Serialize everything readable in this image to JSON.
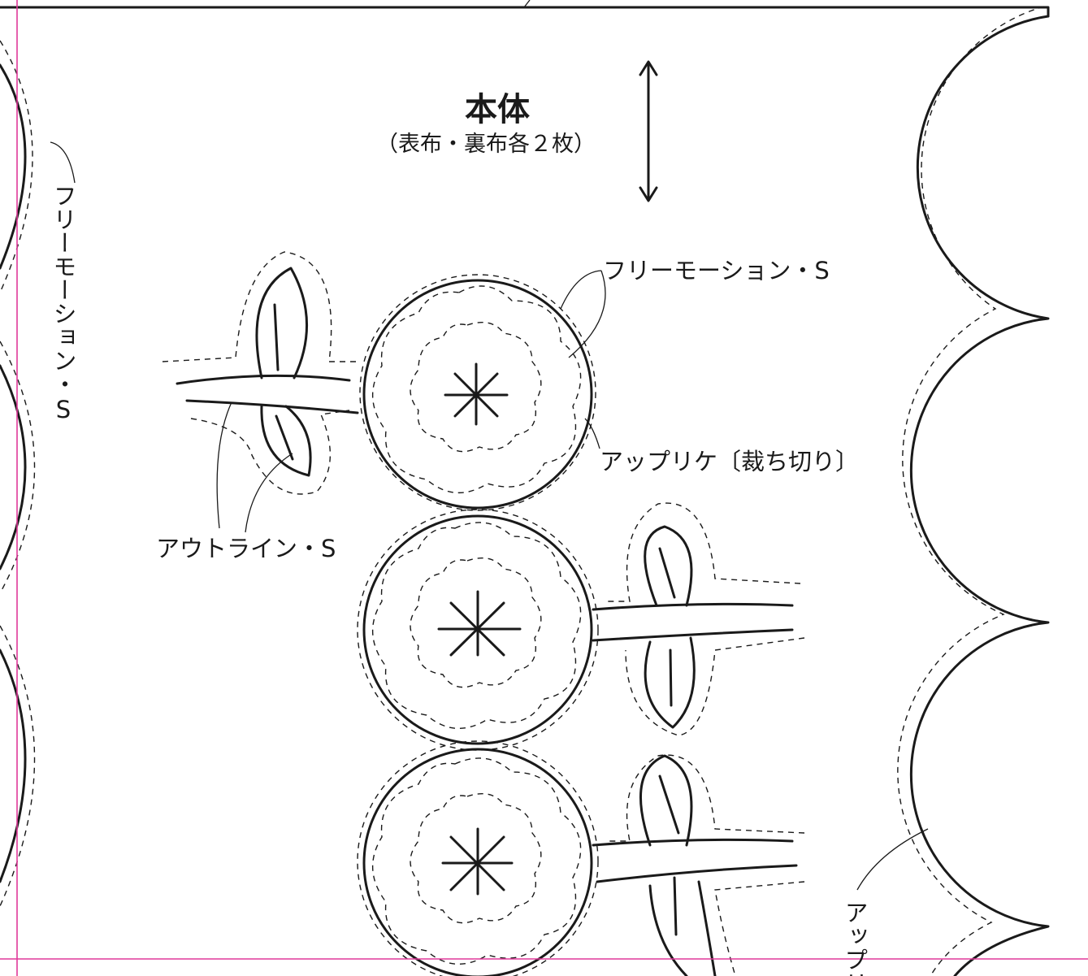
{
  "title": "本体",
  "subtitle": "（表布・裏布各２枚）",
  "labels": {
    "free_motion_top": "フリーモーション・S",
    "free_motion_left": "フリーモーション・S",
    "applique": "アップリケ〔裁ち切り〕",
    "outline": "アウトライン・S",
    "applique_partial": "アップリ"
  },
  "colors": {
    "line": "#1a1a1a",
    "guide": "#e0399a",
    "background": "#ffffff"
  }
}
